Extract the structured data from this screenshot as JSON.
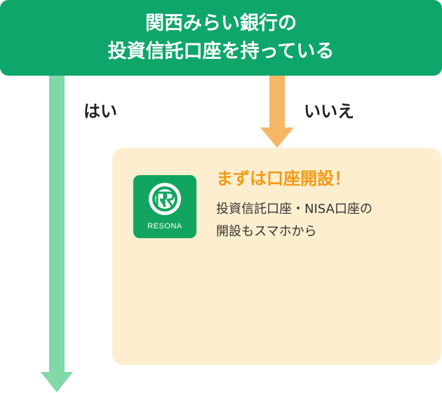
{
  "header": {
    "line1": "関西みらい銀行の",
    "line2": "投資信託口座を持っている"
  },
  "branches": {
    "yes_label": "はい",
    "no_label": "いいえ"
  },
  "card": {
    "app_icon": {
      "brand_text": "RESONA",
      "icon": "resona-logo-icon"
    },
    "title": "まずは口座開設！",
    "description_line1": "投資信託口座・NISA口座の",
    "description_line2": "開設もスマホから"
  },
  "colors": {
    "header_bg": "#0ea66a",
    "yes_arrow": "#80d9a6",
    "no_arrow": "#f5b765",
    "card_bg": "#fdeecf",
    "card_title": "#f39a14",
    "icon_bg": "#12a55f"
  }
}
